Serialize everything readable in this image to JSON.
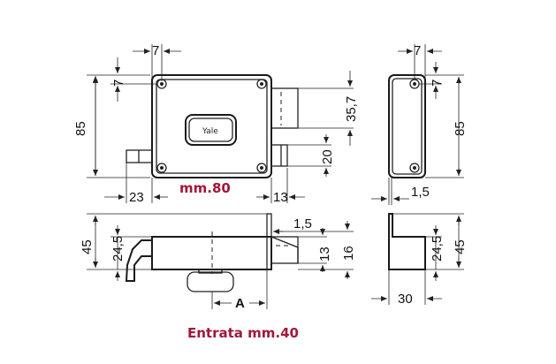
{
  "captions": {
    "front_width": "mm.80",
    "entry": "Entrata mm.40"
  },
  "brand": "Yale",
  "dimensions": {
    "top_offset": "7",
    "left_offset": "7",
    "height_front": "85",
    "bolt_height": "35,7",
    "bolt_low": "20",
    "side_offset_left": "23",
    "bolt_proj": "13",
    "side_top": "7",
    "side_right": "7",
    "side_height": "85",
    "side_gap": "1,5",
    "bottom_height": "45",
    "bottom_inner": "24,5",
    "bottom_gap": "1,5",
    "bottom_bolt": "13",
    "bottom_16": "16",
    "entry_label": "A",
    "side_bottom_height": "45",
    "side_bottom_inner": "24,5",
    "side_bottom_width": "30"
  },
  "colors": {
    "caption": "#a0183c",
    "line": "#222222"
  }
}
